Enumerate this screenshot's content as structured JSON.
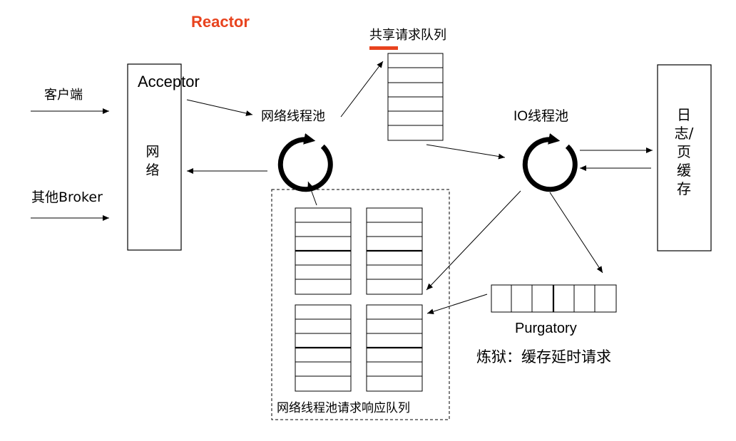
{
  "title": "Reactor",
  "labels": {
    "acceptor": "Acceptor",
    "client": "客户端",
    "other_broker": "其他Broker",
    "network": "网络",
    "network_thread_pool": "网络线程池",
    "shared_request_queue": "共享请求队列",
    "io_thread_pool": "IO线程池",
    "log_page_cache": "日志/页缓存",
    "purgatory": "Purgatory",
    "purgatory_desc": "炼狱：缓存延时请求",
    "response_queues": "网络线程池请求响应队列"
  },
  "colors": {
    "accent": "#e8431e",
    "stroke": "#000000"
  }
}
